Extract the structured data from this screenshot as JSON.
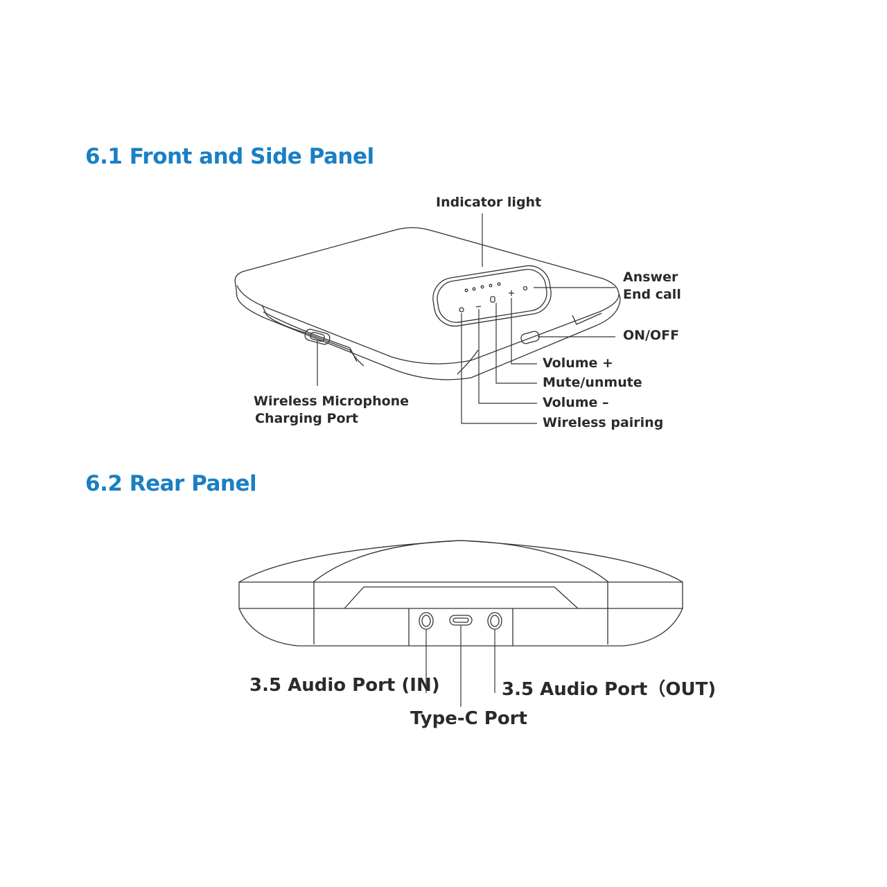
{
  "section1": {
    "title": "6.1 Front and Side Panel",
    "labels": {
      "indicator": "Indicator light",
      "answer": "Answer",
      "end_call": "End call",
      "on_off": "ON/OFF",
      "volume_up": "Volume +",
      "mute": "Mute/unmute",
      "volume_down": "Volume –",
      "pairing": "Wireless pairing",
      "mic_port_1": "Wireless Microphone",
      "mic_port_2": "Charging Port"
    }
  },
  "section2": {
    "title": "6.2 Rear Panel",
    "labels": {
      "audio_in": "3.5 Audio Port (IN)",
      "audio_out": "3.5 Audio Port（OUT)",
      "type_c": "Type-C Port"
    }
  },
  "colors": {
    "heading": "#1a7fc4",
    "line": "#333333"
  }
}
